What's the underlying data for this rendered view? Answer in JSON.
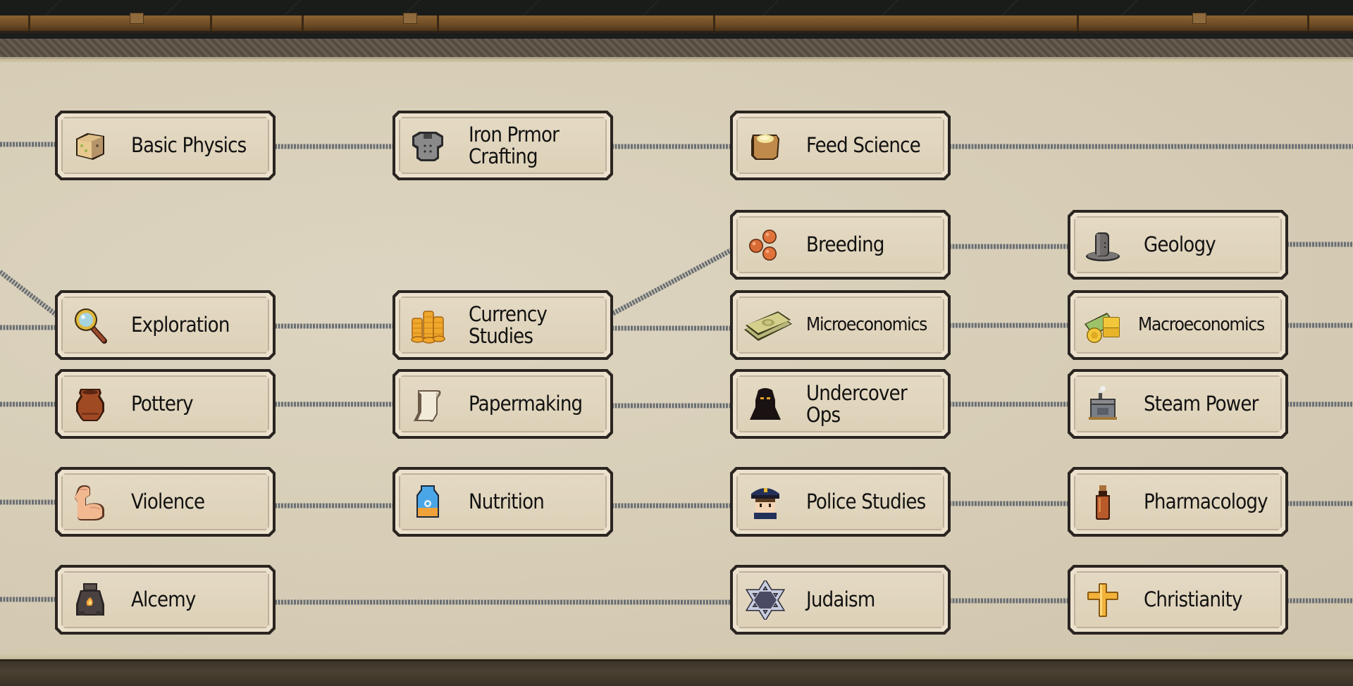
{
  "screen": "research-tree",
  "colors": {
    "parchment": "#d8cfb9",
    "node_face": "#e2d7c0",
    "node_border": "#2a2521",
    "link": "#6e7377",
    "frame_wood": "#7a5528",
    "frame_dark": "#1c1e1c"
  },
  "nodes": [
    {
      "id": "basic-physics",
      "label": "Basic Physics",
      "icon": "cube-icon",
      "col": 0,
      "row": 0
    },
    {
      "id": "iron-armor-crafting",
      "label": "Iron Prmor\nCrafting",
      "icon": "armor-icon",
      "col": 1,
      "row": 0
    },
    {
      "id": "feed-science",
      "label": "Feed Science",
      "icon": "feed-sack-icon",
      "col": 2,
      "row": 0
    },
    {
      "id": "breeding",
      "label": "Breeding",
      "icon": "eggs-icon",
      "col": 2,
      "row": 1
    },
    {
      "id": "geology",
      "label": "Geology",
      "icon": "drill-icon",
      "col": 3,
      "row": 1
    },
    {
      "id": "exploration",
      "label": "Exploration",
      "icon": "magnifier-icon",
      "col": 0,
      "row": 2
    },
    {
      "id": "currency-studies",
      "label": "Currency\nStudies",
      "icon": "coins-icon",
      "col": 1,
      "row": 2
    },
    {
      "id": "microeconomics",
      "label": "Microeconomics",
      "icon": "cash-stack-icon",
      "col": 2,
      "row": 2
    },
    {
      "id": "macroeconomics",
      "label": "Macroeconomics",
      "icon": "gold-and-cash-icon",
      "col": 3,
      "row": 2
    },
    {
      "id": "pottery",
      "label": "Pottery",
      "icon": "pot-icon",
      "col": 0,
      "row": 3
    },
    {
      "id": "papermaking",
      "label": "Papermaking",
      "icon": "scroll-icon",
      "col": 1,
      "row": 3
    },
    {
      "id": "undercover-ops",
      "label": "Undercover\nOps",
      "icon": "hooded-figure-icon",
      "col": 2,
      "row": 3
    },
    {
      "id": "steam-power",
      "label": "Steam Power",
      "icon": "steam-engine-icon",
      "col": 3,
      "row": 3
    },
    {
      "id": "violence",
      "label": "Violence",
      "icon": "flexed-arm-icon",
      "col": 0,
      "row": 4
    },
    {
      "id": "nutrition",
      "label": "Nutrition",
      "icon": "milk-carton-icon",
      "col": 1,
      "row": 4
    },
    {
      "id": "police-studies",
      "label": "Police Studies",
      "icon": "police-officer-icon",
      "col": 2,
      "row": 4
    },
    {
      "id": "pharmacology",
      "label": "Pharmacology",
      "icon": "medicine-bottle-icon",
      "col": 3,
      "row": 4
    },
    {
      "id": "alcemy",
      "label": "Alcemy",
      "icon": "furnace-icon",
      "col": 0,
      "row": 5
    },
    {
      "id": "judaism",
      "label": "Judaism",
      "icon": "star-of-david-icon",
      "col": 2,
      "row": 5
    },
    {
      "id": "christianity",
      "label": "Christianity",
      "icon": "cross-icon",
      "col": 3,
      "row": 5
    }
  ]
}
